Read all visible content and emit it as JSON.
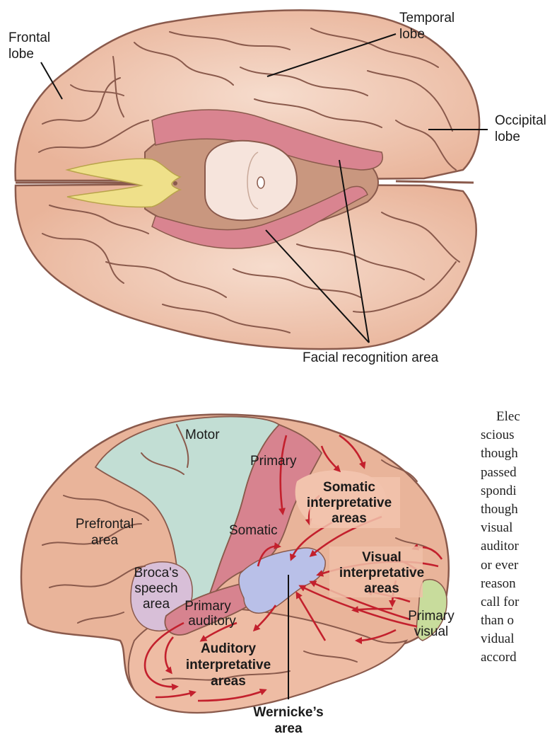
{
  "top_view": {
    "labels": {
      "frontal_1": "Frontal",
      "frontal_2": "lobe",
      "temporal_1": "Temporal",
      "temporal_2": "lobe",
      "occipital_1": "Occipital",
      "occipital_2": "lobe",
      "facial": "Facial recognition area"
    }
  },
  "lateral_view": {
    "labels": {
      "motor": "Motor",
      "primary": "Primary",
      "somatic": "Somatic",
      "somatic_interp_1": "Somatic",
      "somatic_interp_2": "interpretative",
      "somatic_interp_3": "areas",
      "prefrontal_1": "Prefrontal",
      "prefrontal_2": "area",
      "visual_interp_1": "Visual",
      "visual_interp_2": "interpretative",
      "visual_interp_3": "areas",
      "broca_1": "Broca's",
      "broca_2": "speech",
      "broca_3": "area",
      "primary_auditory_1": "Primary",
      "primary_auditory_2": "auditory",
      "primary_visual_1": "Primary",
      "primary_visual_2": "visual",
      "auditory_interp_1": "Auditory",
      "auditory_interp_2": "interpretative",
      "auditory_interp_3": "areas",
      "wernicke_1": "Wernicke’s",
      "wernicke_2": "area"
    }
  },
  "body_text": {
    "lines": [
      "Elec",
      "scious",
      "though",
      "passed",
      "spondi",
      "though",
      "visual",
      "auditor",
      "or ever",
      "reason",
      "call for",
      "than o",
      "vidual",
      "accord"
    ]
  }
}
